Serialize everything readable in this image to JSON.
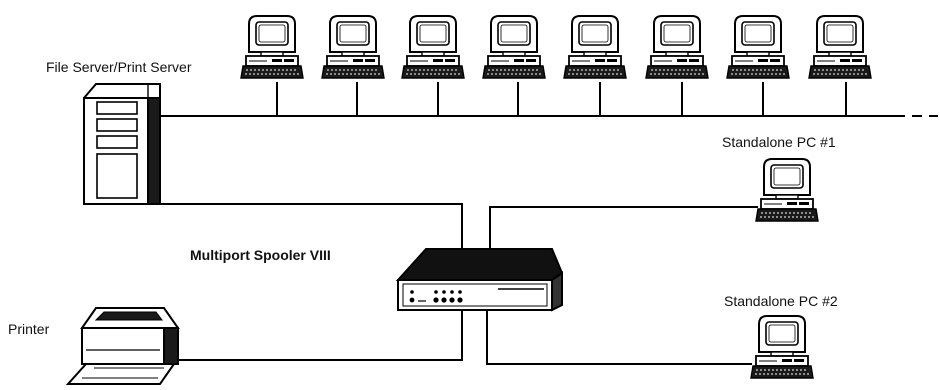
{
  "labels": {
    "server": "File Server/Print Server",
    "spooler": "Multiport Spooler VIII",
    "standalone1": "Standalone PC #1",
    "standalone2": "Standalone PC #2",
    "printer": "Printer"
  },
  "network": {
    "workstation_count": 8,
    "workstation_icon": "desktop-computer-icon",
    "server_icon": "tower-server-icon",
    "spooler_icon": "spooler-device-icon",
    "printer_icon": "printer-icon"
  },
  "colors": {
    "line": "#000000",
    "fill": "#ffffff",
    "dark": "#1a1a1a"
  }
}
